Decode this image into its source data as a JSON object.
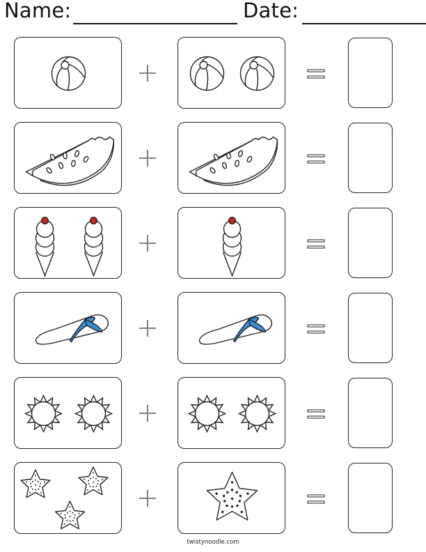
{
  "header": {
    "name_label": "Name:",
    "date_label": "Date:"
  },
  "problems": [
    {
      "left": {
        "item": "beach-ball",
        "count": 1
      },
      "right": {
        "item": "beach-ball",
        "count": 2
      }
    },
    {
      "left": {
        "item": "watermelon-slice",
        "count": 1
      },
      "right": {
        "item": "watermelon-slice",
        "count": 1
      }
    },
    {
      "left": {
        "item": "ice-cream-cone",
        "count": 2
      },
      "right": {
        "item": "ice-cream-cone",
        "count": 1
      }
    },
    {
      "left": {
        "item": "flip-flop",
        "count": 1
      },
      "right": {
        "item": "flip-flop",
        "count": 1
      }
    },
    {
      "left": {
        "item": "sun",
        "count": 2
      },
      "right": {
        "item": "sun",
        "count": 2
      }
    },
    {
      "left": {
        "item": "starfish",
        "count": 3
      },
      "right": {
        "item": "starfish",
        "count": 1
      }
    }
  ],
  "colors": {
    "cherry": "#c8281e",
    "strap": "#3a8fd6",
    "ink": "#222222"
  },
  "footer": {
    "credit": "twistynoodle.com"
  }
}
